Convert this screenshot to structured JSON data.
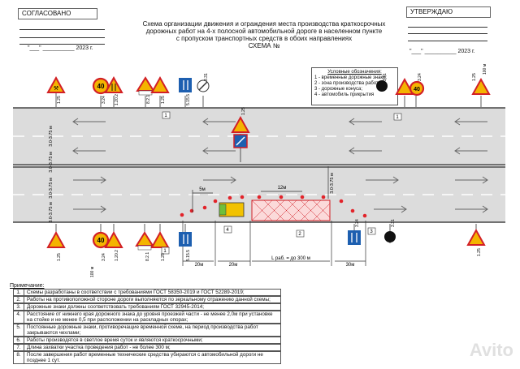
{
  "approval": {
    "left_label": "СОГЛАСОВАНО",
    "left_date": "\"___\" __________ 2023 г.",
    "right_label": "УТВЕРЖДАЮ",
    "right_date": "\"___\" __________ 2023 г."
  },
  "title": {
    "line1": "Схема организации движения и ограждения места производства краткосрочных",
    "line2": "дорожных работ на 4-х полосной автомобильной дороге в населенном пункте",
    "line3": "с пропуском транспортных средств в обоих направлениях",
    "line4": "СХЕМА №"
  },
  "legend": {
    "title": "Условные обозначения:",
    "items": [
      "1 - временные дорожные знаки;",
      "2 - зона производства работ;",
      "3 - дорожные конуса;",
      "4 - автомобиль прикрытия"
    ]
  },
  "sign_labels": {
    "top_left": [
      "1.25",
      "3.24",
      "1.20.2",
      "8.2.1",
      "1.25",
      "5.15.5",
      "3.31"
    ],
    "top_right": [
      "3.31",
      "3.24",
      "1.25",
      "100 м"
    ],
    "center": "1.25",
    "bottom_left": [
      "1.25",
      "3.24",
      "100 м",
      "1.20.2",
      "8.2.1",
      "1.25",
      "5.15.5"
    ],
    "bottom_right": [
      "3.24",
      "3.31",
      "1.25"
    ],
    "speed_limit": "40"
  },
  "lanes": {
    "left_widths": [
      "3.0-3.75 м",
      "3.0-3.75 м",
      "3.0-3.75 м",
      "3.0-3.75 м"
    ],
    "right_width": "3.0-3.75 м"
  },
  "dimensions": {
    "d5m": "5м",
    "d12m": "12м",
    "d20m_a": "20м",
    "d20m_b": "20м",
    "work_length": "L раб. = до 300 м",
    "d30m": "30м"
  },
  "callouts": [
    "1",
    "2",
    "3",
    "4",
    "1",
    "1"
  ],
  "notes": {
    "heading": "Примечание:",
    "rows": [
      {
        "num": "1.",
        "text": "Схемы разработаны в соответствии с требованиями ГОСТ 58350-2019 и ГОСТ 52289-2019;"
      },
      {
        "num": "2.",
        "text": "Работы на противоположной стороне дороги выполняются по зеркальному отражению данной схемы;"
      },
      {
        "num": "3.",
        "text": "Дорожные знаки должны соответствовать требованиям ГОСТ 32945-2014;"
      },
      {
        "num": "4.",
        "text": "Расстояние от нижнего края дорожного знака до уровня проезжей части - не менее 2,0м при установке на стойке и не менее 0,5 при расположении на раскладных опорах;"
      },
      {
        "num": "5.",
        "text": "Постоянные дорожные знаки, противоречащие временной схеме, на период производства работ закрываются чехлами;"
      },
      {
        "num": "6.",
        "text": "Работы производятся в светлое время суток и являются краткосрочными;"
      },
      {
        "num": "7.",
        "text": "Длина захватки участка проведения работ - не более 300 м;"
      },
      {
        "num": "8.",
        "text": "После завершения работ временные технические средства убираются с автомобильной дороги не позднее 1 сут."
      }
    ]
  },
  "watermark": "Avito",
  "colors": {
    "road": "#dcdcdc",
    "sign_yellow": "#f4b400",
    "sign_red": "#d21f26",
    "sign_blue": "#1d5fb0",
    "cone": "#e2232a",
    "vehicle": "#f2c200"
  }
}
